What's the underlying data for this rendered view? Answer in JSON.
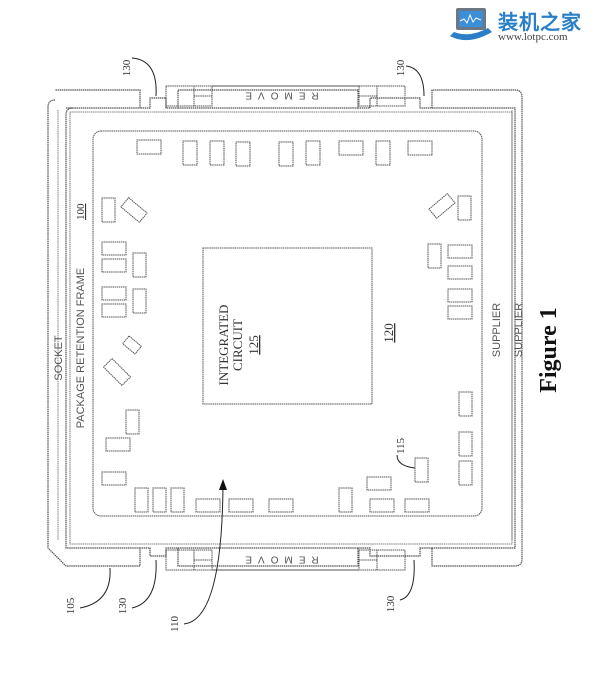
{
  "watermark": {
    "title_cn": "装机之家",
    "url": "www.lotpc.com"
  },
  "figure": {
    "caption": "Figure 1",
    "labels": {
      "socket": "SOCKET",
      "frame": "PACKAGE RETENTION FRAME",
      "frame_ref": "100",
      "supplier_outer": "SUPPLIER",
      "supplier_inner": "SUPPLIER",
      "remove_top": "REMOVE",
      "remove_bottom": "REMOVE",
      "ic_line1": "INTEGRATED",
      "ic_line2": "CIRCUIT",
      "ic_ref": "125",
      "substrate_ref": "120",
      "component_ref": "115"
    },
    "reference_numerals": {
      "tab_top_left": "130",
      "tab_top_right": "130",
      "tab_bottom_left": "130",
      "tab_bottom_right": "130",
      "socket": "105",
      "package": "110"
    }
  }
}
